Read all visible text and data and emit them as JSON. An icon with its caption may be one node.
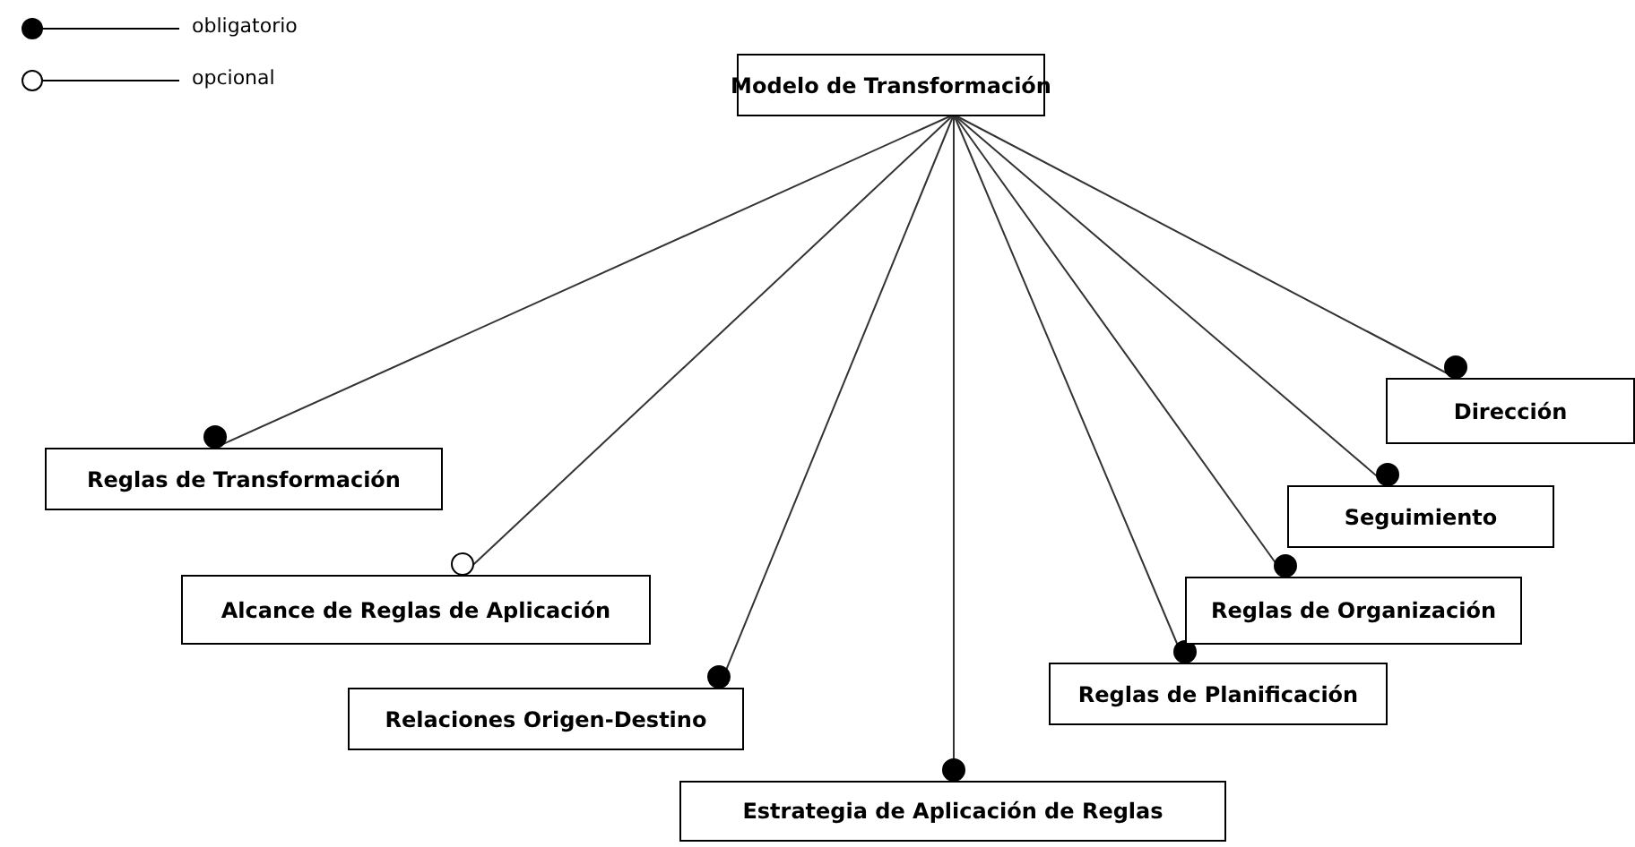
{
  "diagram": {
    "nodes": [
      {
        "text": [
          "Modelo de Transformación"
        ]
      },
      {
        "text": [
          "Reglas de Transformación"
        ]
      },
      {
        "text": [
          "Alcance de Reglas de Aplicación"
        ]
      },
      {
        "text": [
          "Relaciones Origen-Destino"
        ]
      },
      {
        "text": [
          "Estrategia de Aplicación de Reglas"
        ]
      },
      {
        "text": [
          "Reglas de Planificación"
        ]
      },
      {
        "text": [
          "Reglas de Organización"
        ]
      },
      {
        "text": [
          "Seguimiento"
        ]
      },
      {
        "text": [
          "Dirección"
        ]
      }
    ],
    "edges": [
      {
        "from": 0,
        "to": 1,
        "arrow": "other"
      },
      {
        "from": 0,
        "to": 2,
        "arrow": "other"
      },
      {
        "from": 0,
        "to": 3,
        "arrow": "other"
      },
      {
        "from": 0,
        "to": 4,
        "arrow": "other"
      },
      {
        "from": 0,
        "to": 5,
        "arrow": "other"
      },
      {
        "from": 0,
        "to": 6,
        "arrow": "other"
      },
      {
        "from": 0,
        "to": 7,
        "arrow": "other"
      },
      {
        "from": 0,
        "to": 8,
        "arrow": "other"
      }
    ],
    "legend": [
      {
        "text": "obligatorio"
      },
      {
        "text": "opcional"
      }
    ]
  }
}
